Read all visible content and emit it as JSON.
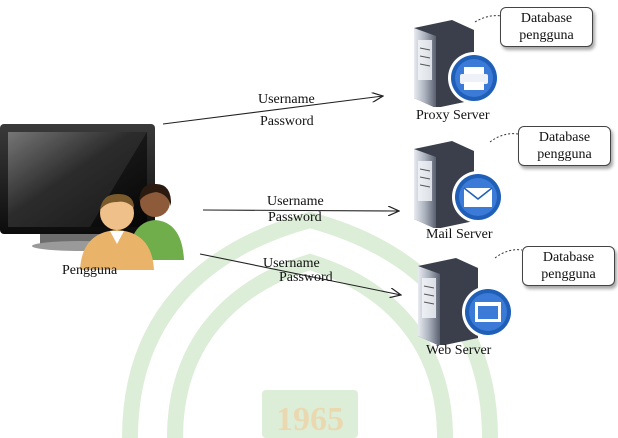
{
  "user": {
    "label": "Pengguna"
  },
  "connections": [
    {
      "username_label": "Username",
      "password_label": "Password"
    },
    {
      "username_label": "Username",
      "password_label": "Password"
    },
    {
      "username_label": "Username",
      "password_label": "Password"
    }
  ],
  "servers": [
    {
      "label": "Proxy Server",
      "icon": "printer-icon",
      "db_line1": "Database",
      "db_line2": "pengguna"
    },
    {
      "label": "Mail Server",
      "icon": "envelope-icon",
      "db_line1": "Database",
      "db_line2": "pengguna"
    },
    {
      "label": "Web Server",
      "icon": "browser-window-icon",
      "db_line1": "Database",
      "db_line2": "pengguna"
    }
  ],
  "watermark": {
    "year_text": "1965",
    "color": "#cde6c8"
  },
  "colors": {
    "badge_blue": "#1f5fb8",
    "server_dark": "#2b2f3a",
    "server_light": "#c9ced8"
  }
}
